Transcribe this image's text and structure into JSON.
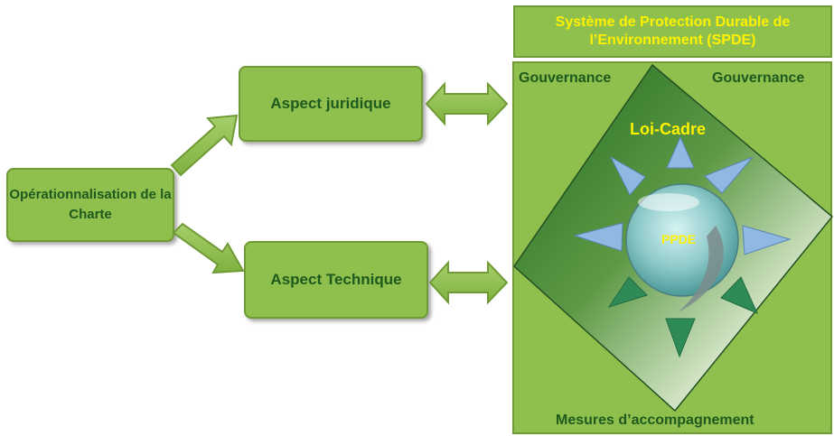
{
  "left": {
    "source": "Opérationnalisation de la Charte",
    "branch_top": "Aspect juridique",
    "branch_bottom": "Aspect Technique"
  },
  "spde": {
    "title": "Système de Protection  Durable de l’Environnement (SPDE)",
    "corner_left": "Gouvernance",
    "corner_right": "Gouvernance",
    "top_label": "Loi-Cadre",
    "center_label": "PPDE",
    "bottom_label": "Mesures  d’accompagnement"
  },
  "colors": {
    "box_fill": "#8fbf4d",
    "box_border": "#6f9a35",
    "dark_green_text": "#1e5a1e",
    "yellow_text": "#fff200",
    "blue_triangle": "#8fb9e3",
    "green_triangle": "#2e8b57"
  },
  "icons": [
    "double-arrow-icon",
    "arrow-up-right-icon",
    "arrow-down-right-icon",
    "sun-ray-icon",
    "sphere-icon"
  ]
}
